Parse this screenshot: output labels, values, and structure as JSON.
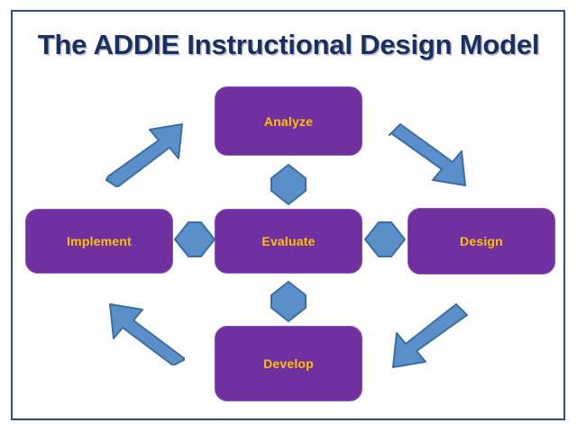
{
  "slide": {
    "title": "The ADDIE Instructional Design Model",
    "background_color": "#FFFFFF",
    "frame_color": "#2F4F7F",
    "title_color": "#1B2F5E"
  },
  "theme": {
    "box_fill": "#7030A0",
    "box_text": "#FFC000",
    "connector_fill": "#5B8FC9",
    "connector_stroke": "#3C6EA5",
    "arrow_fill": "#5B8FC9",
    "arrow_stroke": "#3C6EA5"
  },
  "stages": [
    {
      "id": "analyze",
      "label": "Analyze",
      "position": "top"
    },
    {
      "id": "evaluate",
      "label": "Evaluate",
      "position": "center"
    },
    {
      "id": "implement",
      "label": "Implement",
      "position": "left"
    },
    {
      "id": "design",
      "label": "Design",
      "position": "right"
    },
    {
      "id": "develop",
      "label": "Develop",
      "position": "bottom"
    }
  ],
  "connectors": [
    {
      "id": "evaluate-analyze",
      "shape": "diamond",
      "from": "Evaluate",
      "to": "Analyze"
    },
    {
      "id": "evaluate-develop",
      "shape": "diamond",
      "from": "Evaluate",
      "to": "Develop"
    },
    {
      "id": "evaluate-implement",
      "shape": "diamond",
      "from": "Evaluate",
      "to": "Implement"
    },
    {
      "id": "evaluate-design",
      "shape": "diamond",
      "from": "Evaluate",
      "to": "Design"
    }
  ],
  "flow_arrows": [
    {
      "id": "implement-to-analyze",
      "direction": "northeast",
      "from": "Implement",
      "to": "Analyze"
    },
    {
      "id": "analyze-to-design",
      "direction": "southeast",
      "from": "Analyze",
      "to": "Design"
    },
    {
      "id": "design-to-develop",
      "direction": "southwest",
      "from": "Design",
      "to": "Develop"
    },
    {
      "id": "develop-to-implement",
      "direction": "northwest",
      "from": "Develop",
      "to": "Implement"
    }
  ]
}
